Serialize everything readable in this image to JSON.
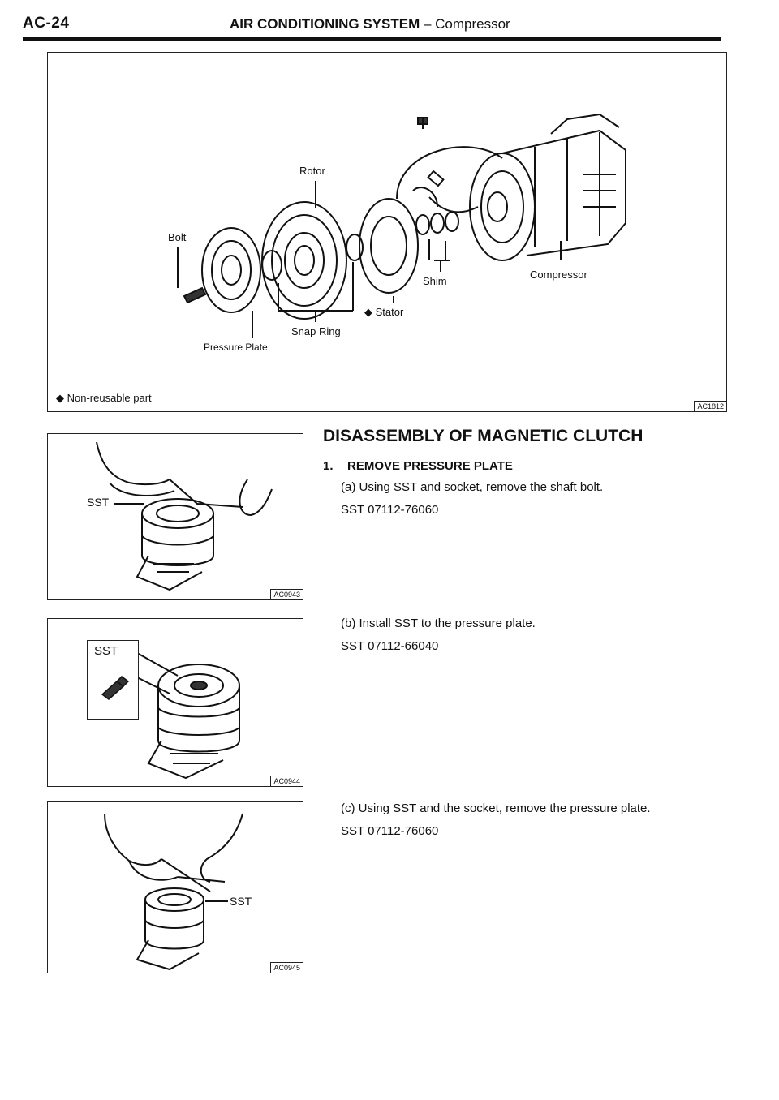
{
  "header": {
    "page_code": "AC-24",
    "title_bold": "AIR CONDITIONING SYSTEM",
    "title_rest": " – Compressor"
  },
  "main_figure": {
    "labels": {
      "rotor": "Rotor",
      "bolt": "Bolt",
      "shim": "Shim",
      "compressor": "Compressor",
      "stator": "◆ Stator",
      "snap_ring": "Snap Ring",
      "pressure_plate": "Pressure Plate"
    },
    "legend": "◆  Non-reusable part",
    "figure_id": "AC1812"
  },
  "figures": [
    {
      "figure_id": "AC0943",
      "label": "SST"
    },
    {
      "figure_id": "AC0944",
      "label": "SST"
    },
    {
      "figure_id": "AC0945",
      "label": "SST"
    }
  ],
  "section": {
    "title": "DISASSEMBLY OF MAGNETIC CLUTCH",
    "step1": {
      "number": "1.",
      "title": "REMOVE PRESSURE PLATE",
      "a_text": "(a)  Using SST and socket, remove the shaft bolt.",
      "a_sst": "SST 07112-76060",
      "b_text": "(b)  Install SST to the pressure plate.",
      "b_sst": "SST 07112-66040",
      "c_text": "(c)  Using SST and the socket, remove the pressure plate.",
      "c_sst": "SST 07112-76060"
    }
  }
}
